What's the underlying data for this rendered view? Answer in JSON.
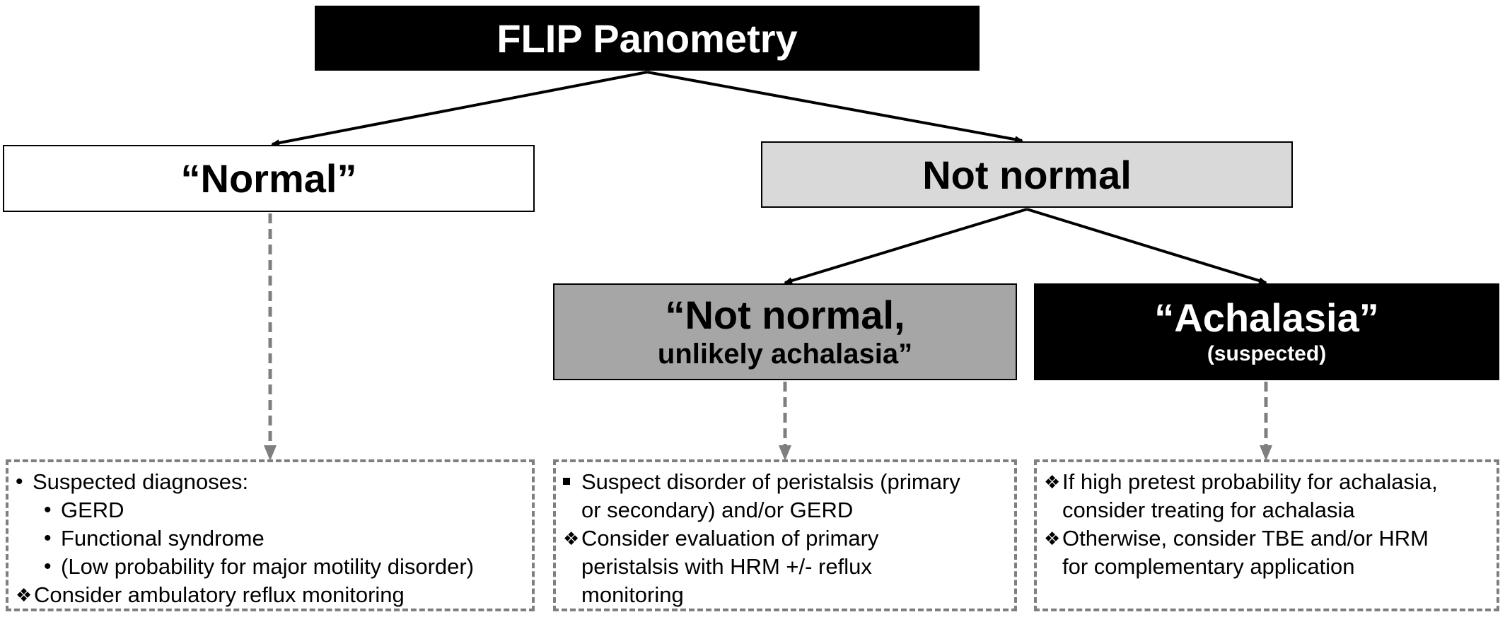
{
  "root": {
    "label": "FLIP Panometry"
  },
  "normal": {
    "label": "“Normal”"
  },
  "not_normal": {
    "label": "Not normal"
  },
  "unlikely": {
    "label": "“Not normal,",
    "sublabel": "unlikely achalasia”"
  },
  "achalasia": {
    "label": "“Achalasia”",
    "sublabel": "(suspected)"
  },
  "notes": {
    "normal": {
      "l1": "Suspected diagnoses:",
      "l2": "GERD",
      "l3": "Functional syndrome",
      "l4": "(Low probability for major motility disorder)",
      "l5": "Consider ambulatory reflux monitoring"
    },
    "unlikely": {
      "l1a": "Suspect disorder of peristalsis (primary",
      "l1b": "or secondary) and/or GERD",
      "l2a": "Consider evaluation of primary",
      "l2b": "peristalsis with HRM +/- reflux",
      "l2c": "monitoring"
    },
    "achalasia": {
      "l1a": "If high pretest probability for achalasia,",
      "l1b": "consider treating for achalasia",
      "l2a": "Otherwise, consider TBE and/or HRM",
      "l2b": "for complementary application"
    }
  },
  "colors": {
    "solid_arrow": "#000000",
    "dashed_arrow": "#7f7f7f",
    "not_normal_fill": "#d9d9d9",
    "unlikely_fill": "#a6a6a6"
  }
}
